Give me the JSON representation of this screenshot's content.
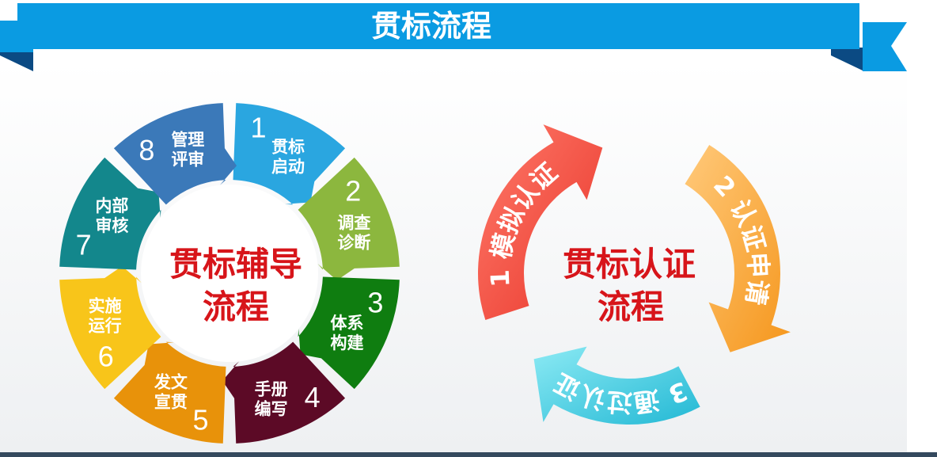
{
  "banner": {
    "title": "贯标流程",
    "color": "#0a9be2"
  },
  "wheel": {
    "title_lines": [
      "贯标辅导",
      "流程"
    ],
    "title_color": "#d7151a",
    "segments": [
      {
        "num": "1",
        "lines": [
          "贯标",
          "启动"
        ],
        "color": "#2aa6e0"
      },
      {
        "num": "2",
        "lines": [
          "调查",
          "诊断"
        ],
        "color": "#8cb73e"
      },
      {
        "num": "3",
        "lines": [
          "体系",
          "构建"
        ],
        "color": "#0f7d10"
      },
      {
        "num": "4",
        "lines": [
          "手册",
          "编写"
        ],
        "color": "#5c0a26"
      },
      {
        "num": "5",
        "lines": [
          "发文",
          "宣贯"
        ],
        "color": "#e8920a"
      },
      {
        "num": "6",
        "lines": [
          "实施",
          "运行"
        ],
        "color": "#f8c51a"
      },
      {
        "num": "7",
        "lines": [
          "内部",
          "审核"
        ],
        "color": "#13878c"
      },
      {
        "num": "8",
        "lines": [
          "管理",
          "评审"
        ],
        "color": "#3b79b9"
      }
    ]
  },
  "cycle": {
    "title_lines": [
      "贯标认证",
      "流程"
    ],
    "title_color": "#d7151a",
    "arrows": [
      {
        "label": "1  模拟认证",
        "color": "#e8352a",
        "light": "#ff7a6a"
      },
      {
        "label": "2  认证申请",
        "color": "#f5961c",
        "light": "#ffc97a"
      },
      {
        "label": "3  通过认证",
        "color": "#22b8d4",
        "light": "#8ceaf4"
      }
    ]
  }
}
